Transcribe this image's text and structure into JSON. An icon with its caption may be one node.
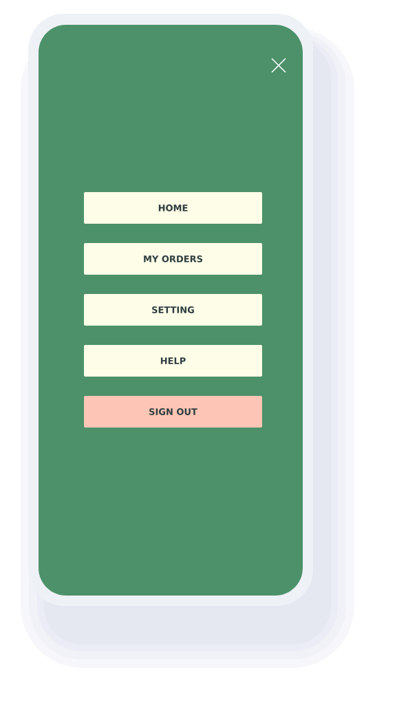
{
  "diagram": {
    "nodes": [
      {
        "text": [
          "HOME"
        ]
      },
      {
        "text": [
          "MY ORDERS"
        ]
      },
      {
        "text": [
          "SETTING"
        ]
      },
      {
        "text": [
          "HELP"
        ]
      },
      {
        "text": [
          "SIGN OUT"
        ]
      }
    ]
  }
}
